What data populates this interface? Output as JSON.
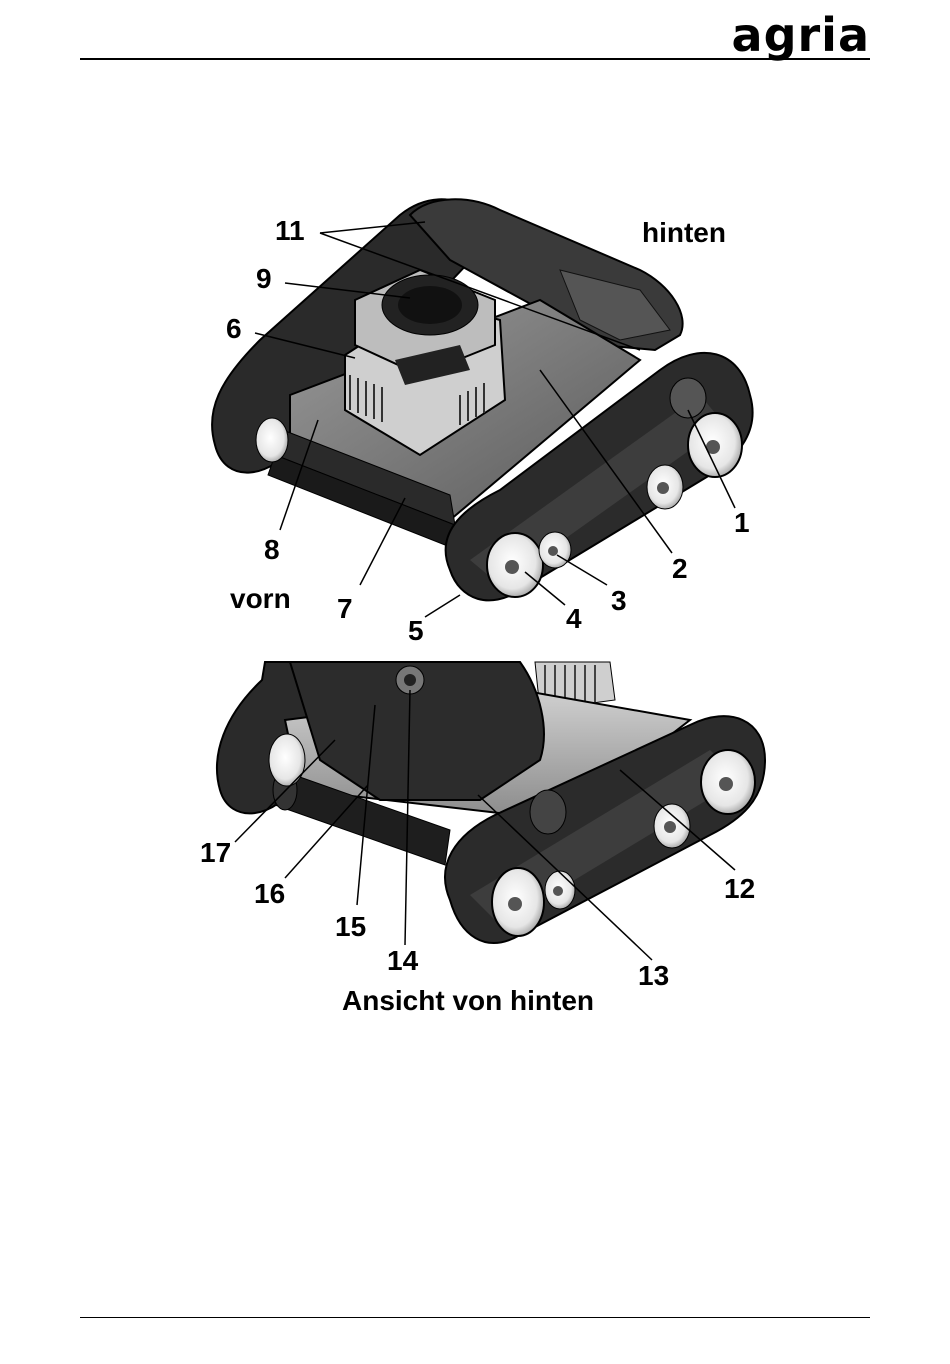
{
  "header": {
    "brand": "agria"
  },
  "figure_top": {
    "labels": {
      "l1": "1",
      "l2": "2",
      "l3": "3",
      "l4": "4",
      "l5": "5",
      "l6": "6",
      "l7": "7",
      "l8": "8",
      "l9": "9",
      "l11": "11"
    },
    "direction_back": "hinten",
    "direction_front": "vorn"
  },
  "figure_bottom": {
    "labels": {
      "l12": "12",
      "l13": "13",
      "l14": "14",
      "l15": "15",
      "l16": "16",
      "l17": "17"
    },
    "caption": "Ansicht von hinten"
  }
}
